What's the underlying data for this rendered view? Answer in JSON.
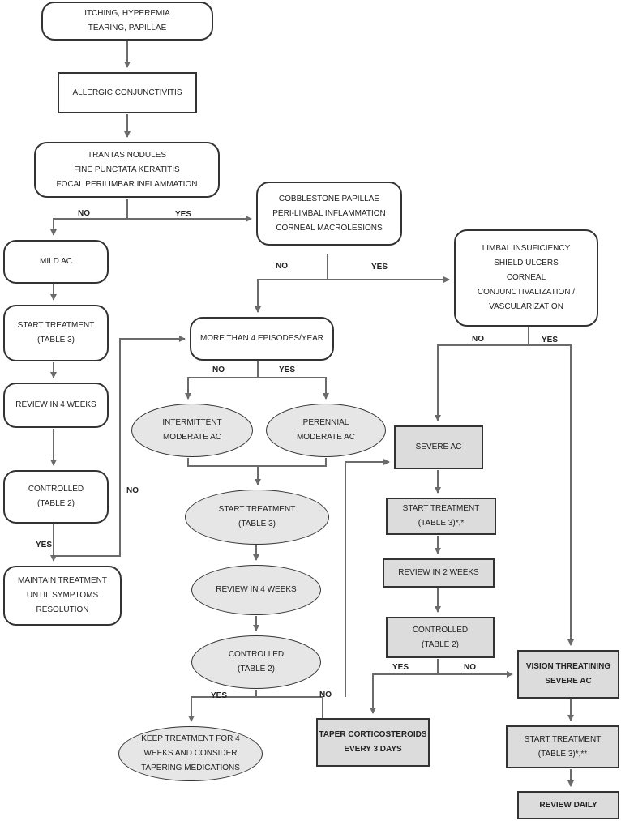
{
  "nodes": {
    "symptoms": {
      "lines": [
        "ITCHING, HYPEREMIA",
        "TEARING, PAPILLAE"
      ]
    },
    "allergic": {
      "lines": [
        "ALLERGIC CONJUNCTIVITIS"
      ]
    },
    "trantas": {
      "lines": [
        "TRANTAS NODULES",
        "FINE PUNCTATA KERATITIS",
        "FOCAL PERILIMBAR INFLAMMATION"
      ]
    },
    "cobblestone": {
      "lines": [
        "COBBLESTONE PAPILLAE",
        "PERI-LIMBAL INFLAMMATION",
        "CORNEAL MACROLESIONS"
      ]
    },
    "limbal": {
      "lines": [
        "LIMBAL INSUFICIENCY",
        "SHIELD ULCERS",
        "CORNEAL",
        "CONJUNCTIVALIZATION /",
        "VASCULARIZATION"
      ]
    },
    "mild": {
      "lines": [
        "MILD AC"
      ]
    },
    "start_mild": {
      "lines": [
        "START TREATMENT",
        "(TABLE 3)"
      ]
    },
    "review_mild": {
      "lines": [
        "REVIEW IN 4 WEEKS"
      ]
    },
    "controlled_mild": {
      "lines": [
        "CONTROLLED",
        "(TABLE 2)"
      ]
    },
    "maintain": {
      "lines": [
        "MAINTAIN TREATMENT",
        "UNTIL SYMPTOMS",
        "RESOLUTION"
      ]
    },
    "episodes": {
      "lines": [
        "MORE THAN 4 EPISODES/YEAR"
      ]
    },
    "intermittent": {
      "lines": [
        "INTERMITTENT",
        "MODERATE AC"
      ]
    },
    "perennial": {
      "lines": [
        "PERENNIAL",
        "MODERATE AC"
      ]
    },
    "start_mod": {
      "lines": [
        "START TREATMENT",
        "(TABLE 3)"
      ]
    },
    "review_mod": {
      "lines": [
        "REVIEW IN 4 WEEKS"
      ]
    },
    "controlled_mod": {
      "lines": [
        "CONTROLLED",
        "(TABLE 2)"
      ]
    },
    "keep": {
      "lines": [
        "KEEP TREATMENT FOR 4",
        "WEEKS AND CONSIDER",
        "TAPERING MEDICATIONS"
      ]
    },
    "severe": {
      "lines": [
        "SEVERE AC"
      ]
    },
    "start_severe": {
      "lines": [
        "START TREATMENT",
        "(TABLE 3)*,*"
      ]
    },
    "review_severe": {
      "lines": [
        "REVIEW IN 2 WEEKS"
      ]
    },
    "controlled_severe": {
      "lines": [
        "CONTROLLED",
        "(TABLE 2)"
      ]
    },
    "taper": {
      "lines": [
        "TAPER CORTICOSTEROIDS",
        "EVERY 3 DAYS"
      ]
    },
    "vision": {
      "lines": [
        "VISION THREATINING",
        "SEVERE AC"
      ]
    },
    "start_vision": {
      "lines": [
        "START TREATMENT",
        "(TABLE 3)*,**"
      ]
    },
    "review_daily": {
      "lines": [
        "REVIEW DAILY"
      ]
    }
  },
  "labels": {
    "no_trantas": "NO",
    "yes_trantas": "YES",
    "no_cobble": "NO",
    "yes_cobble": "YES",
    "no_limbal": "NO",
    "yes_limbal": "YES",
    "no_episodes": "NO",
    "yes_episodes": "YES",
    "no_mild": "NO",
    "yes_mild": "YES",
    "yes_mod": "YES",
    "no_mod": "NO",
    "yes_severe": "YES",
    "no_severe": "NO"
  },
  "colors": {
    "line": "#6b6b6b",
    "border": "#333333",
    "oval_fill": "#e6e6e6",
    "shaded_fill": "#dcdcdc"
  }
}
